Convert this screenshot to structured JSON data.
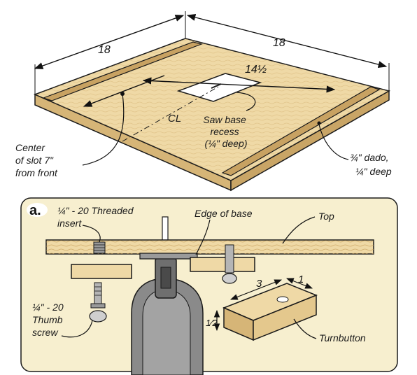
{
  "top_view": {
    "dim_left": "18",
    "dim_right": "18",
    "dim_opening": "14½",
    "centerline_symbol": "CL",
    "saw_base_label": [
      "Saw base",
      "recess",
      "(¼\" deep)"
    ],
    "dado_label": [
      "¾\" dado,",
      "¼\" deep"
    ],
    "center_slot_label": [
      "Center",
      "of slot 7\"",
      "from front"
    ]
  },
  "detail_a": {
    "badge": "a.",
    "threaded_insert_label": [
      "¼\" - 20 Threaded",
      "insert"
    ],
    "edge_of_base_label": "Edge of base",
    "top_label": "Top",
    "thumb_screw_label": [
      "¼\" - 20",
      "Thumb",
      "screw"
    ],
    "dim_three": "3",
    "dim_one": "1",
    "dim_half": "1⁄2",
    "turnbutton_label": "Turnbutton"
  },
  "colors": {
    "wood": "#efd9a6",
    "wood_dark": "#d6b577",
    "inset_bg": "#f7efcf",
    "outline": "#1a1a1a",
    "saw_body": "#8a8a8a"
  }
}
